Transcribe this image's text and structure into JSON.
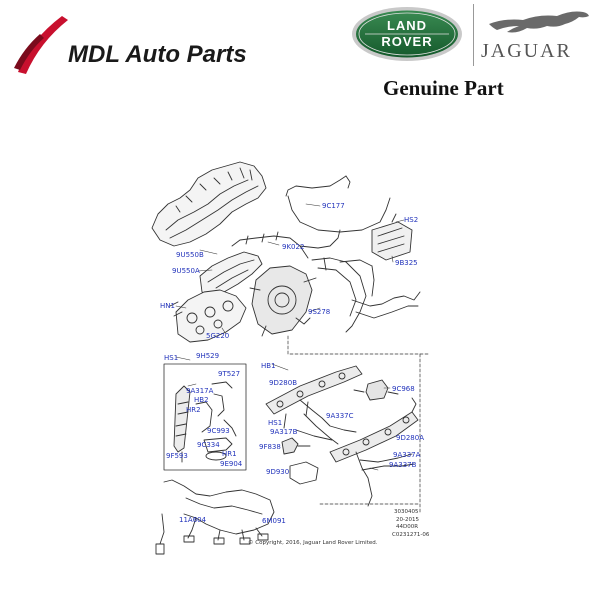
{
  "header": {
    "brand_name": "MDL Auto Parts",
    "land_rover_line1": "LAND",
    "land_rover_line2": "ROVER",
    "jaguar_text": "JAGUAR",
    "genuine_label": "Genuine Part"
  },
  "colors": {
    "label_blue": "#2233bb",
    "logo_red": "#c8102e",
    "land_rover_green": "#1f6b3a"
  },
  "diagram": {
    "labels": {
      "9U550B": "9U550B",
      "9U550A": "9U550A",
      "HN1": "HN1",
      "5G220": "5G220",
      "9C177": "9C177",
      "HS2": "HS2",
      "9K022": "9K022",
      "9B325": "9B325",
      "9S278": "9S278",
      "HS1a": "HS1",
      "9H529": "9H529",
      "9T527": "9T527",
      "9A317A": "9A317A",
      "HB2": "HB2",
      "HR2": "HR2",
      "9C993": "9C993",
      "9C334": "9C334",
      "HR1": "HR1",
      "9F593": "9F593",
      "9E904": "9E904",
      "HB1": "HB1",
      "9D280B": "9D280B",
      "9C968": "9C968",
      "9A337C": "9A337C",
      "HS1b": "HS1",
      "9A317B": "9A317B",
      "9F838": "9F838",
      "9D280A": "9D280A",
      "9A337A": "9A337A",
      "9A337B": "9A337B",
      "9D930": "9D930",
      "11A604": "11A604",
      "6M091": "6M091"
    },
    "ref_line1": "3030405",
    "ref_line2": "20-2015",
    "ref_line3": "44D00R",
    "ref_line4": "C0231271-06",
    "copyright": "© Copyright, 2016, Jaguar Land Rover Limited."
  }
}
